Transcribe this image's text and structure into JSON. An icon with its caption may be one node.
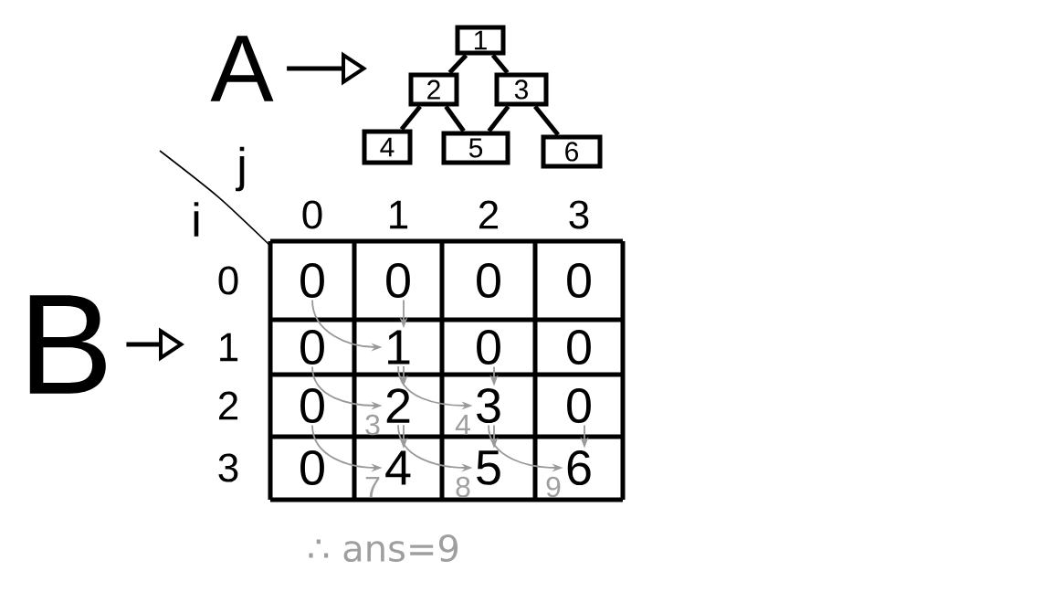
{
  "diagram": {
    "nodes": [
      {
        "text": [
          "A"
        ]
      },
      {
        "text": [
          "1"
        ]
      },
      {
        "text": [
          "2"
        ]
      },
      {
        "text": [
          "3"
        ]
      },
      {
        "text": [
          "4"
        ]
      },
      {
        "text": [
          "5"
        ]
      },
      {
        "text": [
          "6"
        ]
      },
      {
        "text": [
          "B"
        ]
      },
      {
        "text": [
          "0"
        ]
      },
      {
        "text": [
          "0"
        ]
      },
      {
        "text": [
          "0"
        ]
      },
      {
        "text": [
          "0"
        ]
      },
      {
        "text": [
          "0"
        ]
      },
      {
        "text": [
          "1"
        ]
      },
      {
        "text": [
          "0"
        ]
      },
      {
        "text": [
          "0"
        ]
      },
      {
        "text": [
          "0"
        ]
      },
      {
        "text": [
          "2"
        ],
        "beside": [
          "3"
        ]
      },
      {
        "text": [
          "3"
        ],
        "beside": [
          "4"
        ]
      },
      {
        "text": [
          "0"
        ]
      },
      {
        "text": [
          "0"
        ]
      },
      {
        "text": [
          "4"
        ],
        "beside": [
          "7"
        ]
      },
      {
        "text": [
          "5"
        ],
        "beside": [
          "8"
        ]
      },
      {
        "text": [
          "6"
        ],
        "beside": [
          "9"
        ]
      }
    ],
    "edges": [
      {
        "from": 0,
        "to": null,
        "arrow": "to",
        "style": "thick",
        "color": "#000000"
      },
      {
        "from": 7,
        "to": null,
        "arrow": "to",
        "style": "thick",
        "color": "#000000"
      },
      {
        "from": 1,
        "to": 2,
        "arrow": "none",
        "style": "thick",
        "color": "#000000"
      },
      {
        "from": 1,
        "to": 3,
        "arrow": "none",
        "style": "thick",
        "color": "#000000"
      },
      {
        "from": 2,
        "to": 4,
        "arrow": "none",
        "style": "thick",
        "color": "#000000"
      },
      {
        "from": 2,
        "to": 5,
        "arrow": "none",
        "style": "thick",
        "color": "#000000"
      },
      {
        "from": 3,
        "to": 5,
        "arrow": "none",
        "style": "thick",
        "color": "#000000"
      },
      {
        "from": 3,
        "to": 6,
        "arrow": "none",
        "style": "thick",
        "color": "#000000"
      },
      {
        "from": 8,
        "to": 13,
        "arrow": "to",
        "color": "#999999"
      },
      {
        "from": 9,
        "to": 13,
        "arrow": "to",
        "color": "#999999"
      },
      {
        "from": 12,
        "to": 17,
        "arrow": "to",
        "color": "#999999"
      },
      {
        "from": 13,
        "to": 17,
        "arrow": "to",
        "color": "#999999"
      },
      {
        "from": 13,
        "to": 18,
        "arrow": "to",
        "color": "#999999"
      },
      {
        "from": 14,
        "to": 18,
        "arrow": "to",
        "color": "#999999"
      },
      {
        "from": 16,
        "to": 21,
        "arrow": "to",
        "color": "#999999"
      },
      {
        "from": 17,
        "to": 21,
        "arrow": "to",
        "color": "#999999"
      },
      {
        "from": 17,
        "to": 22,
        "arrow": "to",
        "color": "#999999"
      },
      {
        "from": 18,
        "to": 22,
        "arrow": "to",
        "color": "#999999"
      },
      {
        "from": 18,
        "to": 23,
        "arrow": "to",
        "color": "#999999"
      },
      {
        "from": 19,
        "to": 23,
        "arrow": "to",
        "color": "#999999"
      }
    ],
    "labels": [
      "j",
      "i",
      "0",
      "1",
      "2",
      "3",
      "0",
      "1",
      "2",
      "3",
      "∴ ans=9"
    ]
  }
}
